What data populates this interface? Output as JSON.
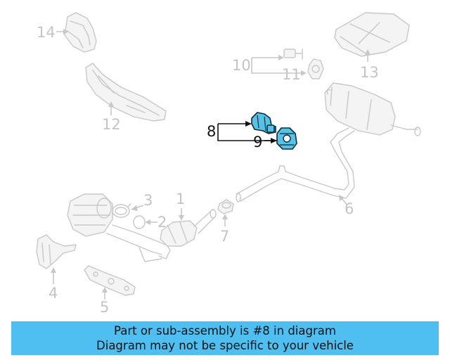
{
  "callouts": {
    "n1": "1",
    "n2": "2",
    "n3": "3",
    "n4": "4",
    "n5": "5",
    "n6": "6",
    "n7": "7",
    "n8": "8",
    "n9": "9",
    "n10": "10",
    "n11": "11",
    "n12": "12",
    "n13": "13",
    "n14": "14"
  },
  "highlighted_part": "8",
  "colors": {
    "banner_background": "#4fbef0",
    "highlight_fill": "#57c2e6",
    "inactive_part_stroke": "#c8c8c8"
  },
  "banner": {
    "line1": "Part or sub-assembly is #8 in diagram",
    "line2": "Diagram may not be specific to your vehicle"
  }
}
